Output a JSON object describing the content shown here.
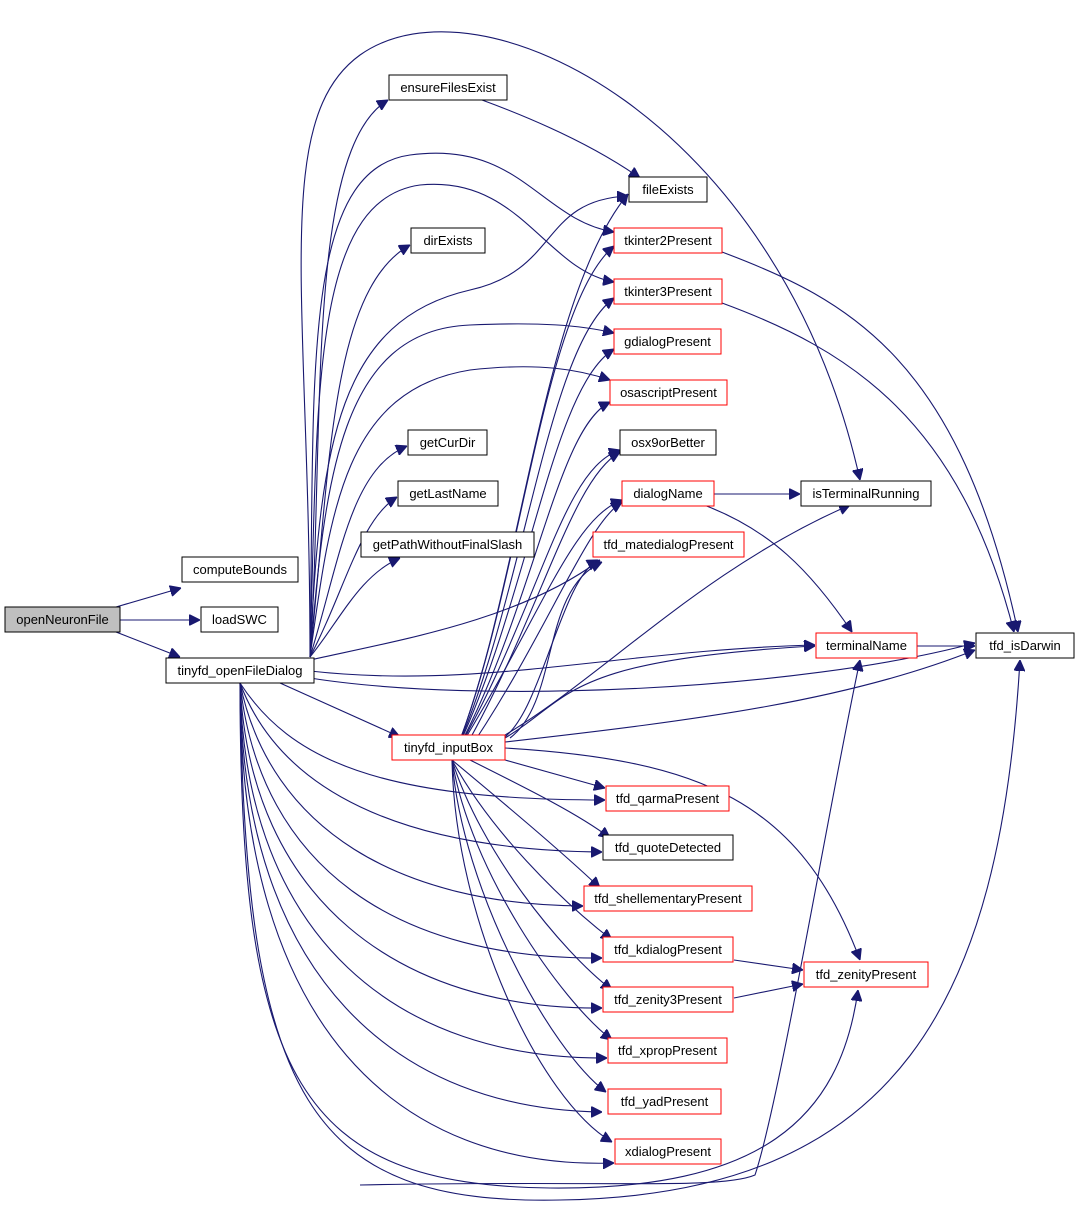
{
  "graph": {
    "edge_color": "#191970",
    "node_border_default": "#000000",
    "node_border_truncated": "#ff0000",
    "root_fill": "#bfbfbf",
    "nodes": [
      {
        "id": "openNeuronFile",
        "label": "openNeuronFile",
        "style": "root"
      },
      {
        "id": "computeBounds",
        "label": "computeBounds",
        "style": "black"
      },
      {
        "id": "loadSWC",
        "label": "loadSWC",
        "style": "black"
      },
      {
        "id": "tinyfd_openFileDialog",
        "label": "tinyfd_openFileDialog",
        "style": "black"
      },
      {
        "id": "ensureFilesExist",
        "label": "ensureFilesExist",
        "style": "black"
      },
      {
        "id": "fileExists",
        "label": "fileExists",
        "style": "black"
      },
      {
        "id": "dirExists",
        "label": "dirExists",
        "style": "black"
      },
      {
        "id": "tkinter2Present",
        "label": "tkinter2Present",
        "style": "red"
      },
      {
        "id": "tkinter3Present",
        "label": "tkinter3Present",
        "style": "red"
      },
      {
        "id": "gdialogPresent",
        "label": "gdialogPresent",
        "style": "red"
      },
      {
        "id": "osascriptPresent",
        "label": "osascriptPresent",
        "style": "red"
      },
      {
        "id": "getCurDir",
        "label": "getCurDir",
        "style": "black"
      },
      {
        "id": "osx9orBetter",
        "label": "osx9orBetter",
        "style": "black"
      },
      {
        "id": "getLastName",
        "label": "getLastName",
        "style": "black"
      },
      {
        "id": "dialogName",
        "label": "dialogName",
        "style": "red"
      },
      {
        "id": "isTerminalRunning",
        "label": "isTerminalRunning",
        "style": "black"
      },
      {
        "id": "getPathWithoutFinalSlash",
        "label": "getPathWithoutFinalSlash",
        "style": "black"
      },
      {
        "id": "tfd_matedialogPresent",
        "label": "tfd_matedialogPresent",
        "style": "red"
      },
      {
        "id": "terminalName",
        "label": "terminalName",
        "style": "red"
      },
      {
        "id": "tfd_isDarwin",
        "label": "tfd_isDarwin",
        "style": "black"
      },
      {
        "id": "tinyfd_inputBox",
        "label": "tinyfd_inputBox",
        "style": "red"
      },
      {
        "id": "tfd_qarmaPresent",
        "label": "tfd_qarmaPresent",
        "style": "red"
      },
      {
        "id": "tfd_quoteDetected",
        "label": "tfd_quoteDetected",
        "style": "black"
      },
      {
        "id": "tfd_shellementaryPresent",
        "label": "tfd_shellementaryPresent",
        "style": "red"
      },
      {
        "id": "tfd_kdialogPresent",
        "label": "tfd_kdialogPresent",
        "style": "red"
      },
      {
        "id": "tfd_zenityPresent",
        "label": "tfd_zenityPresent",
        "style": "red"
      },
      {
        "id": "tfd_zenity3Present",
        "label": "tfd_zenity3Present",
        "style": "red"
      },
      {
        "id": "tfd_xpropPresent",
        "label": "tfd_xpropPresent",
        "style": "red"
      },
      {
        "id": "tfd_yadPresent",
        "label": "tfd_yadPresent",
        "style": "red"
      },
      {
        "id": "xdialogPresent",
        "label": "xdialogPresent",
        "style": "red"
      }
    ]
  }
}
